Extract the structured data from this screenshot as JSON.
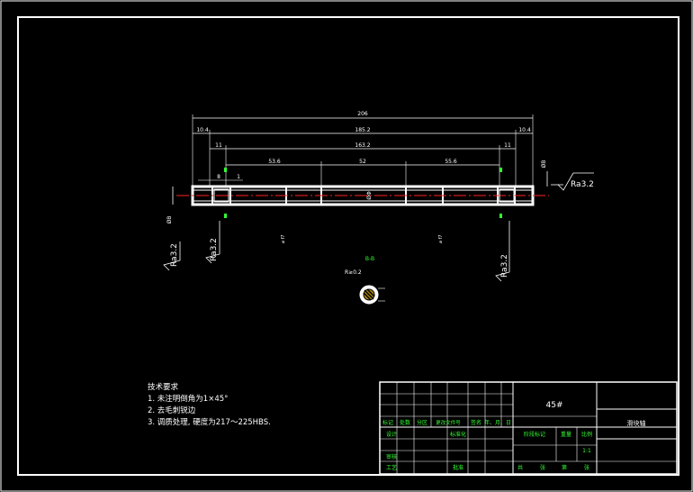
{
  "drawing": {
    "dims": {
      "overall": "206",
      "left_end": "10.4",
      "between": "185.2",
      "right_end": "10.4",
      "left_step": "11",
      "center_span": "163.2",
      "right_step": "11",
      "seg1": "53.6",
      "seg2": "52",
      "seg3": "55.6",
      "small1": "8",
      "small2": "1",
      "end_dia_left": "ØB",
      "end_dia_right": "ØB",
      "mid_dia": "ØΦ"
    },
    "roughness": {
      "right": "Ra3.2",
      "left": "Ra3.2",
      "left_mid": "Ra3.2",
      "right_mid": "Ra3.2"
    },
    "section": {
      "label": "B-B",
      "note": "R≥0.2"
    }
  },
  "notes": {
    "heading": "技术要求",
    "items": [
      "1. 未注明倒角为1×45°",
      "2. 去毛刺锐边",
      "3. 调质处理, 硬度为217～225HBS."
    ]
  },
  "title_block": {
    "material": "45#",
    "part_name": "滑块轴",
    "row_labels": [
      "标记",
      "处数",
      "分区",
      "更改文件号",
      "签名",
      "年、月、日"
    ],
    "design": "设计",
    "standardize": "标准化",
    "review": "审核",
    "process": "工艺",
    "approve": "批准",
    "stage_mark": "阶段标记",
    "weight": "重量",
    "scale": "比例",
    "scale_value": "1:1",
    "sheets": [
      "共",
      "张",
      "第",
      "张"
    ]
  }
}
